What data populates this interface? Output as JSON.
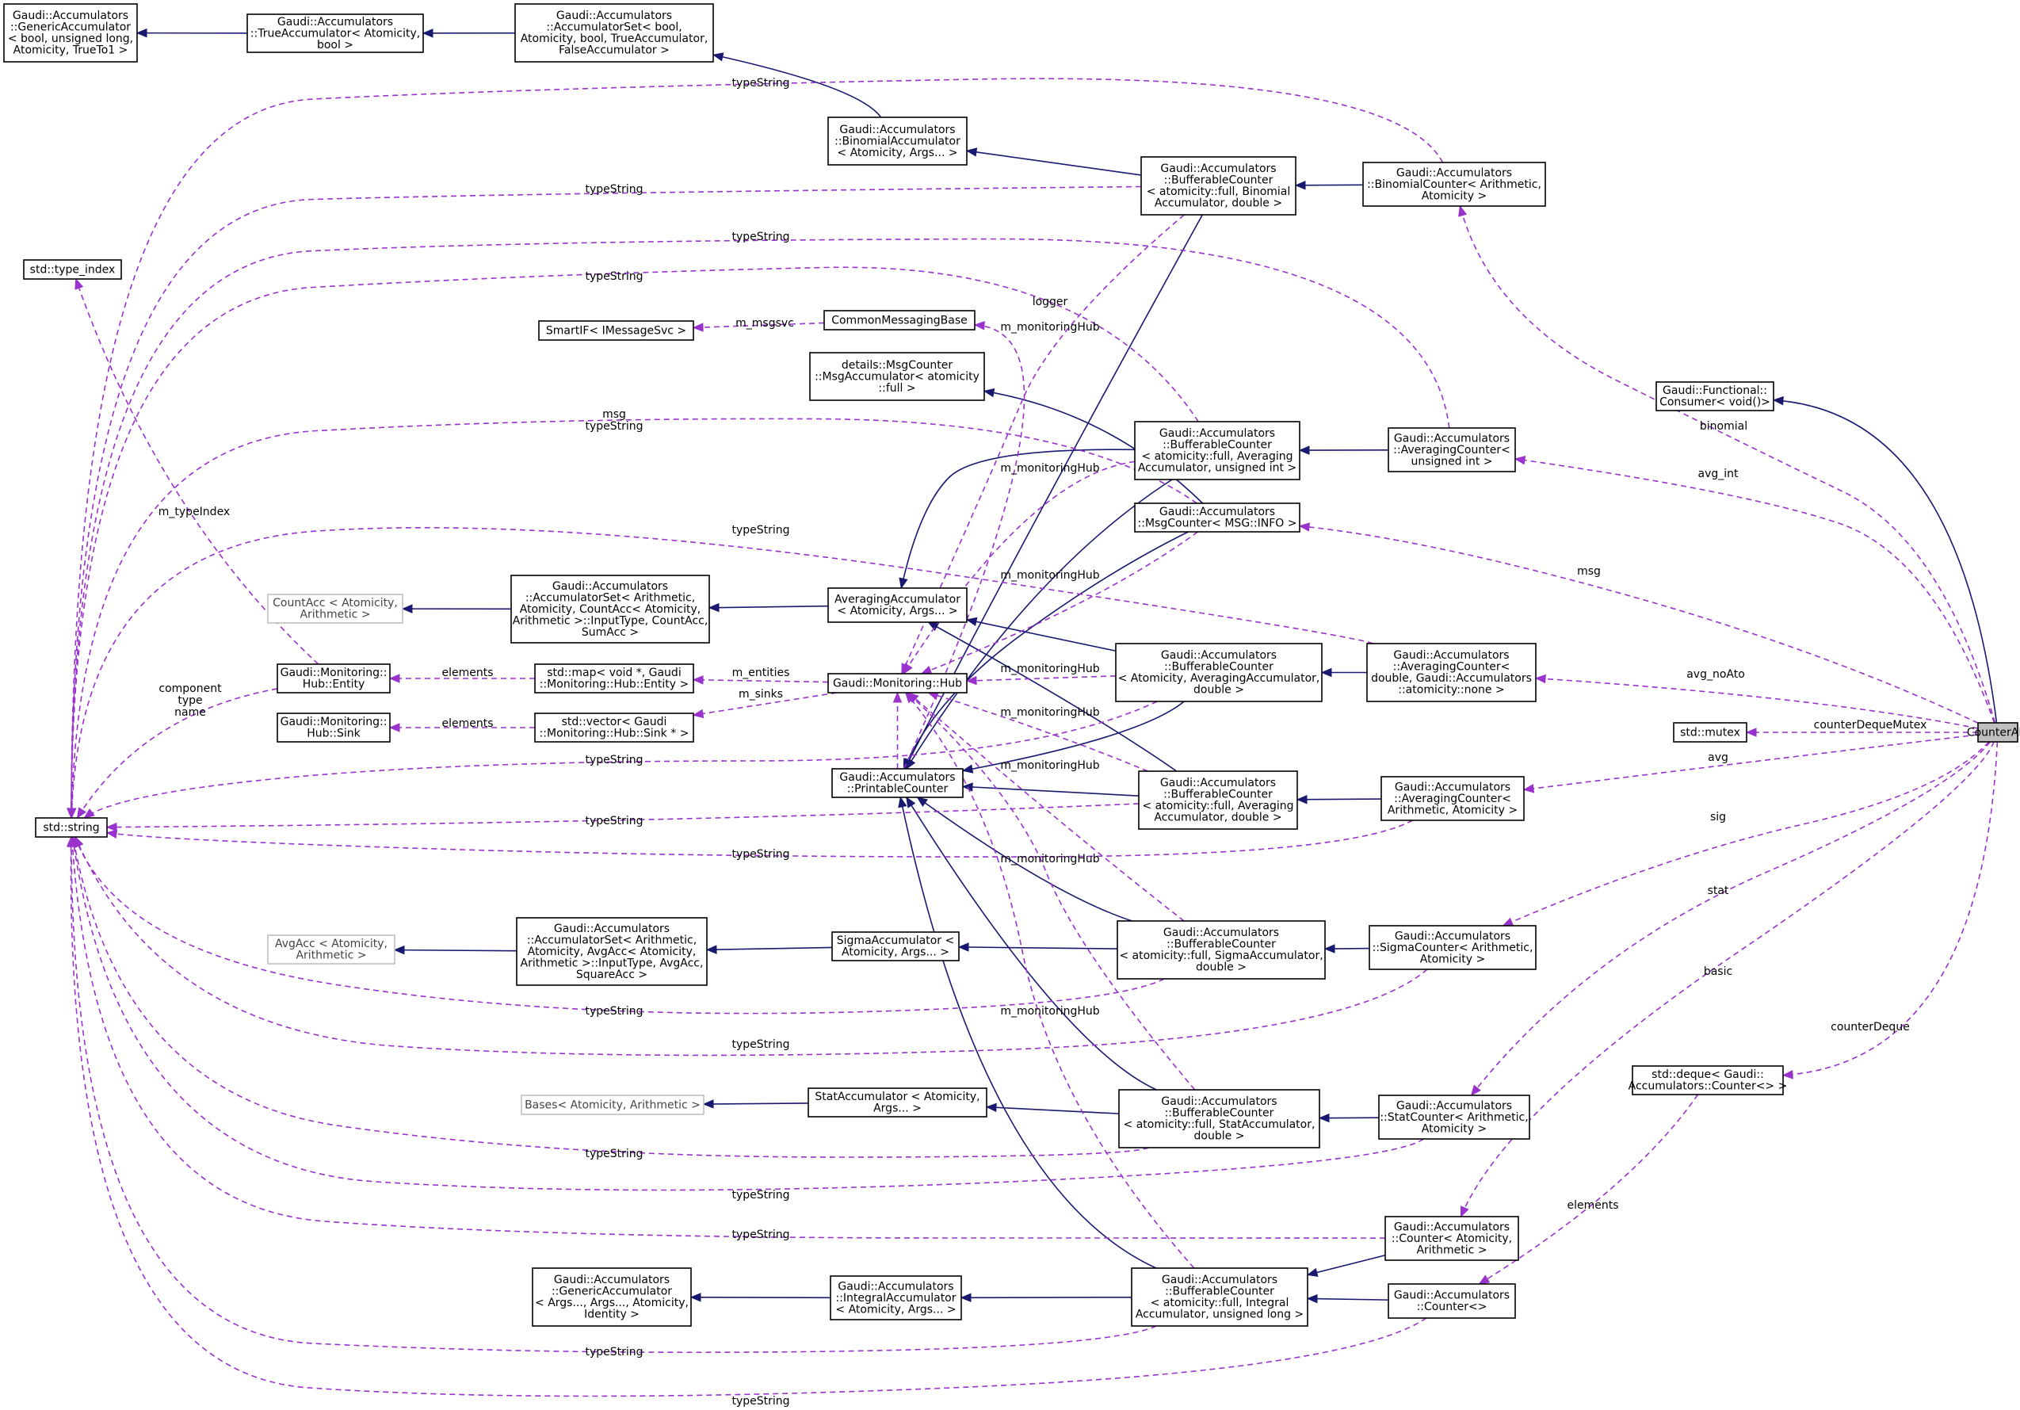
{
  "colors": {
    "inheritance": "#191970",
    "usage": "#9a32cd",
    "highlight": "#bfbfbf",
    "external_border": "#bfbfbf"
  },
  "nodes": [
    {
      "id": "genAccBool",
      "lines": [
        "Gaudi::Accumulators",
        "::GenericAccumulator",
        "< bool, unsigned long,",
        "Atomicity, TrueTo1 >"
      ]
    },
    {
      "id": "trueAcc",
      "lines": [
        "Gaudi::Accumulators",
        "::TrueAccumulator< Atomicity,",
        "bool >"
      ]
    },
    {
      "id": "accSetBool",
      "lines": [
        "Gaudi::Accumulators",
        "::AccumulatorSet< bool,",
        "Atomicity, bool, TrueAccumulator,",
        "FalseAccumulator >"
      ]
    },
    {
      "id": "binAcc",
      "lines": [
        "Gaudi::Accumulators",
        "::BinomialAccumulator",
        "< Atomicity, Args... >"
      ]
    },
    {
      "id": "bufBinomial",
      "lines": [
        "Gaudi::Accumulators",
        "::BufferableCounter",
        "< atomicity::full, Binomial",
        "Accumulator, double >"
      ]
    },
    {
      "id": "binCounter",
      "lines": [
        "Gaudi::Accumulators",
        "::BinomialCounter< Arithmetic,",
        "Atomicity >"
      ]
    },
    {
      "id": "typeIndex",
      "lines": [
        "std::type_index"
      ]
    },
    {
      "id": "smartIF",
      "lines": [
        "SmartIF< IMessageSvc >"
      ]
    },
    {
      "id": "commonMsg",
      "lines": [
        "CommonMessagingBase"
      ]
    },
    {
      "id": "msgCounterDet",
      "lines": [
        "details::MsgCounter",
        "::MsgAccumulator< atomicity",
        "::full >"
      ]
    },
    {
      "id": "functional",
      "lines": [
        "Gaudi::Functional::",
        "Consumer< void()>"
      ]
    },
    {
      "id": "bufAvgUint",
      "lines": [
        "Gaudi::Accumulators",
        "::BufferableCounter",
        "< atomicity::full, Averaging",
        "Accumulator, unsigned int >"
      ]
    },
    {
      "id": "avgCounterUint",
      "lines": [
        "Gaudi::Accumulators",
        "::AveragingCounter<",
        "unsigned int >"
      ]
    },
    {
      "id": "msgCounterInfo",
      "lines": [
        "Gaudi::Accumulators",
        "::MsgCounter< MSG::INFO >"
      ]
    },
    {
      "id": "countAcc",
      "lines": [
        "CountAcc < Atomicity,",
        "Arithmetic >"
      ],
      "external": true
    },
    {
      "id": "accSetCount",
      "lines": [
        "Gaudi::Accumulators",
        "::AccumulatorSet< Arithmetic,",
        "Atomicity, CountAcc< Atomicity,",
        "Arithmetic >::InputType, CountAcc,",
        "SumAcc >"
      ]
    },
    {
      "id": "avgAcc",
      "lines": [
        "AveragingAccumulator",
        "< Atomicity, Args... >"
      ]
    },
    {
      "id": "bufAvgNone",
      "lines": [
        "Gaudi::Accumulators",
        "::BufferableCounter",
        "< Atomicity, AveragingAccumulator,",
        "double >"
      ]
    },
    {
      "id": "avgCounterNoAto",
      "lines": [
        "Gaudi::Accumulators",
        "::AveragingCounter<",
        "double, Gaudi::Accumulators",
        "::atomicity::none >"
      ]
    },
    {
      "id": "hubEntity",
      "lines": [
        "Gaudi::Monitoring::",
        "Hub::Entity"
      ]
    },
    {
      "id": "mapEntity",
      "lines": [
        "std::map< void *, Gaudi",
        "::Monitoring::Hub::Entity >"
      ]
    },
    {
      "id": "hub",
      "lines": [
        "Gaudi::Monitoring::Hub"
      ]
    },
    {
      "id": "hubSink",
      "lines": [
        "Gaudi::Monitoring::",
        "Hub::Sink"
      ]
    },
    {
      "id": "vecSink",
      "lines": [
        "std::vector< Gaudi",
        "::Monitoring::Hub::Sink * >"
      ]
    },
    {
      "id": "stdString",
      "lines": [
        "std::string"
      ]
    },
    {
      "id": "printable",
      "lines": [
        "Gaudi::Accumulators",
        "::PrintableCounter"
      ]
    },
    {
      "id": "bufAvgDouble",
      "lines": [
        "Gaudi::Accumulators",
        "::BufferableCounter",
        "< atomicity::full, Averaging",
        "Accumulator, double >"
      ]
    },
    {
      "id": "avgCounter",
      "lines": [
        "Gaudi::Accumulators",
        "::AveragingCounter<",
        "Arithmetic, Atomicity >"
      ]
    },
    {
      "id": "stdMutex",
      "lines": [
        "std::mutex"
      ]
    },
    {
      "id": "counterAlg",
      "lines": [
        "CounterAlg"
      ],
      "highlight": true
    },
    {
      "id": "avgAccSquare",
      "lines": [
        "AvgAcc < Atomicity,",
        "Arithmetic >"
      ],
      "external": true
    },
    {
      "id": "accSetSquare",
      "lines": [
        "Gaudi::Accumulators",
        "::AccumulatorSet< Arithmetic,",
        "Atomicity, AvgAcc< Atomicity,",
        "Arithmetic >::InputType, AvgAcc,",
        "SquareAcc >"
      ]
    },
    {
      "id": "sigmaAcc",
      "lines": [
        "SigmaAccumulator <",
        "Atomicity, Args... >"
      ]
    },
    {
      "id": "bufSigma",
      "lines": [
        "Gaudi::Accumulators",
        "::BufferableCounter",
        "< atomicity::full, SigmaAccumulator,",
        "double >"
      ]
    },
    {
      "id": "sigmaCounter",
      "lines": [
        "Gaudi::Accumulators",
        "::SigmaCounter< Arithmetic,",
        "Atomicity >"
      ]
    },
    {
      "id": "basesAcc",
      "lines": [
        "Bases< Atomicity, Arithmetic >"
      ],
      "external": true
    },
    {
      "id": "statAcc",
      "lines": [
        "StatAccumulator < Atomicity,",
        "Args... >"
      ]
    },
    {
      "id": "bufStat",
      "lines": [
        "Gaudi::Accumulators",
        "::BufferableCounter",
        "< atomicity::full, StatAccumulator,",
        "double >"
      ]
    },
    {
      "id": "statCounter",
      "lines": [
        "Gaudi::Accumulators",
        "::StatCounter< Arithmetic,",
        "Atomicity >"
      ]
    },
    {
      "id": "deque",
      "lines": [
        "std::deque< Gaudi::",
        "Accumulators::Counter<> >"
      ]
    },
    {
      "id": "counterAtom",
      "lines": [
        "Gaudi::Accumulators",
        "::Counter< Atomicity,",
        "Arithmetic >"
      ]
    },
    {
      "id": "genAccArgs",
      "lines": [
        "Gaudi::Accumulators",
        "::GenericAccumulator",
        "< Args..., Args..., Atomicity,",
        "Identity >"
      ]
    },
    {
      "id": "intAcc",
      "lines": [
        "Gaudi::Accumulators",
        "::IntegralAccumulator",
        "< Atomicity, Args... >"
      ]
    },
    {
      "id": "bufIntegral",
      "lines": [
        "Gaudi::Accumulators",
        "::BufferableCounter",
        "< atomicity::full, Integral",
        "Accumulator, unsigned long >"
      ]
    },
    {
      "id": "counterDefault",
      "lines": [
        "Gaudi::Accumulators",
        "::Counter<>"
      ]
    }
  ],
  "edge_labels": [
    {
      "id": "typeString",
      "lines": [
        "typeString"
      ]
    },
    {
      "id": "logger",
      "lines": [
        "logger"
      ]
    },
    {
      "id": "m_msgsvc",
      "lines": [
        "m_msgsvc"
      ]
    },
    {
      "id": "m_monitoringHub",
      "lines": [
        "m_monitoringHub"
      ]
    },
    {
      "id": "msg_typeString",
      "lines": [
        "msg",
        "typeString"
      ]
    },
    {
      "id": "m_typeIndex",
      "lines": [
        "m_typeIndex"
      ]
    },
    {
      "id": "component_type_name",
      "lines": [
        "component",
        "type",
        "name"
      ]
    },
    {
      "id": "elements",
      "lines": [
        "elements"
      ]
    },
    {
      "id": "m_entities",
      "lines": [
        "m_entities"
      ]
    },
    {
      "id": "m_sinks",
      "lines": [
        "m_sinks"
      ]
    },
    {
      "id": "binomial",
      "lines": [
        "binomial"
      ]
    },
    {
      "id": "avg_int",
      "lines": [
        "avg_int"
      ]
    },
    {
      "id": "msg",
      "lines": [
        "msg"
      ]
    },
    {
      "id": "avg_noAto",
      "lines": [
        "avg_noAto"
      ]
    },
    {
      "id": "counterDequeMutex",
      "lines": [
        "counterDequeMutex"
      ]
    },
    {
      "id": "avg",
      "lines": [
        "avg"
      ]
    },
    {
      "id": "sig",
      "lines": [
        "sig"
      ]
    },
    {
      "id": "stat",
      "lines": [
        "stat"
      ]
    },
    {
      "id": "basic",
      "lines": [
        "basic"
      ]
    },
    {
      "id": "counterDeque",
      "lines": [
        "counterDeque"
      ]
    }
  ]
}
